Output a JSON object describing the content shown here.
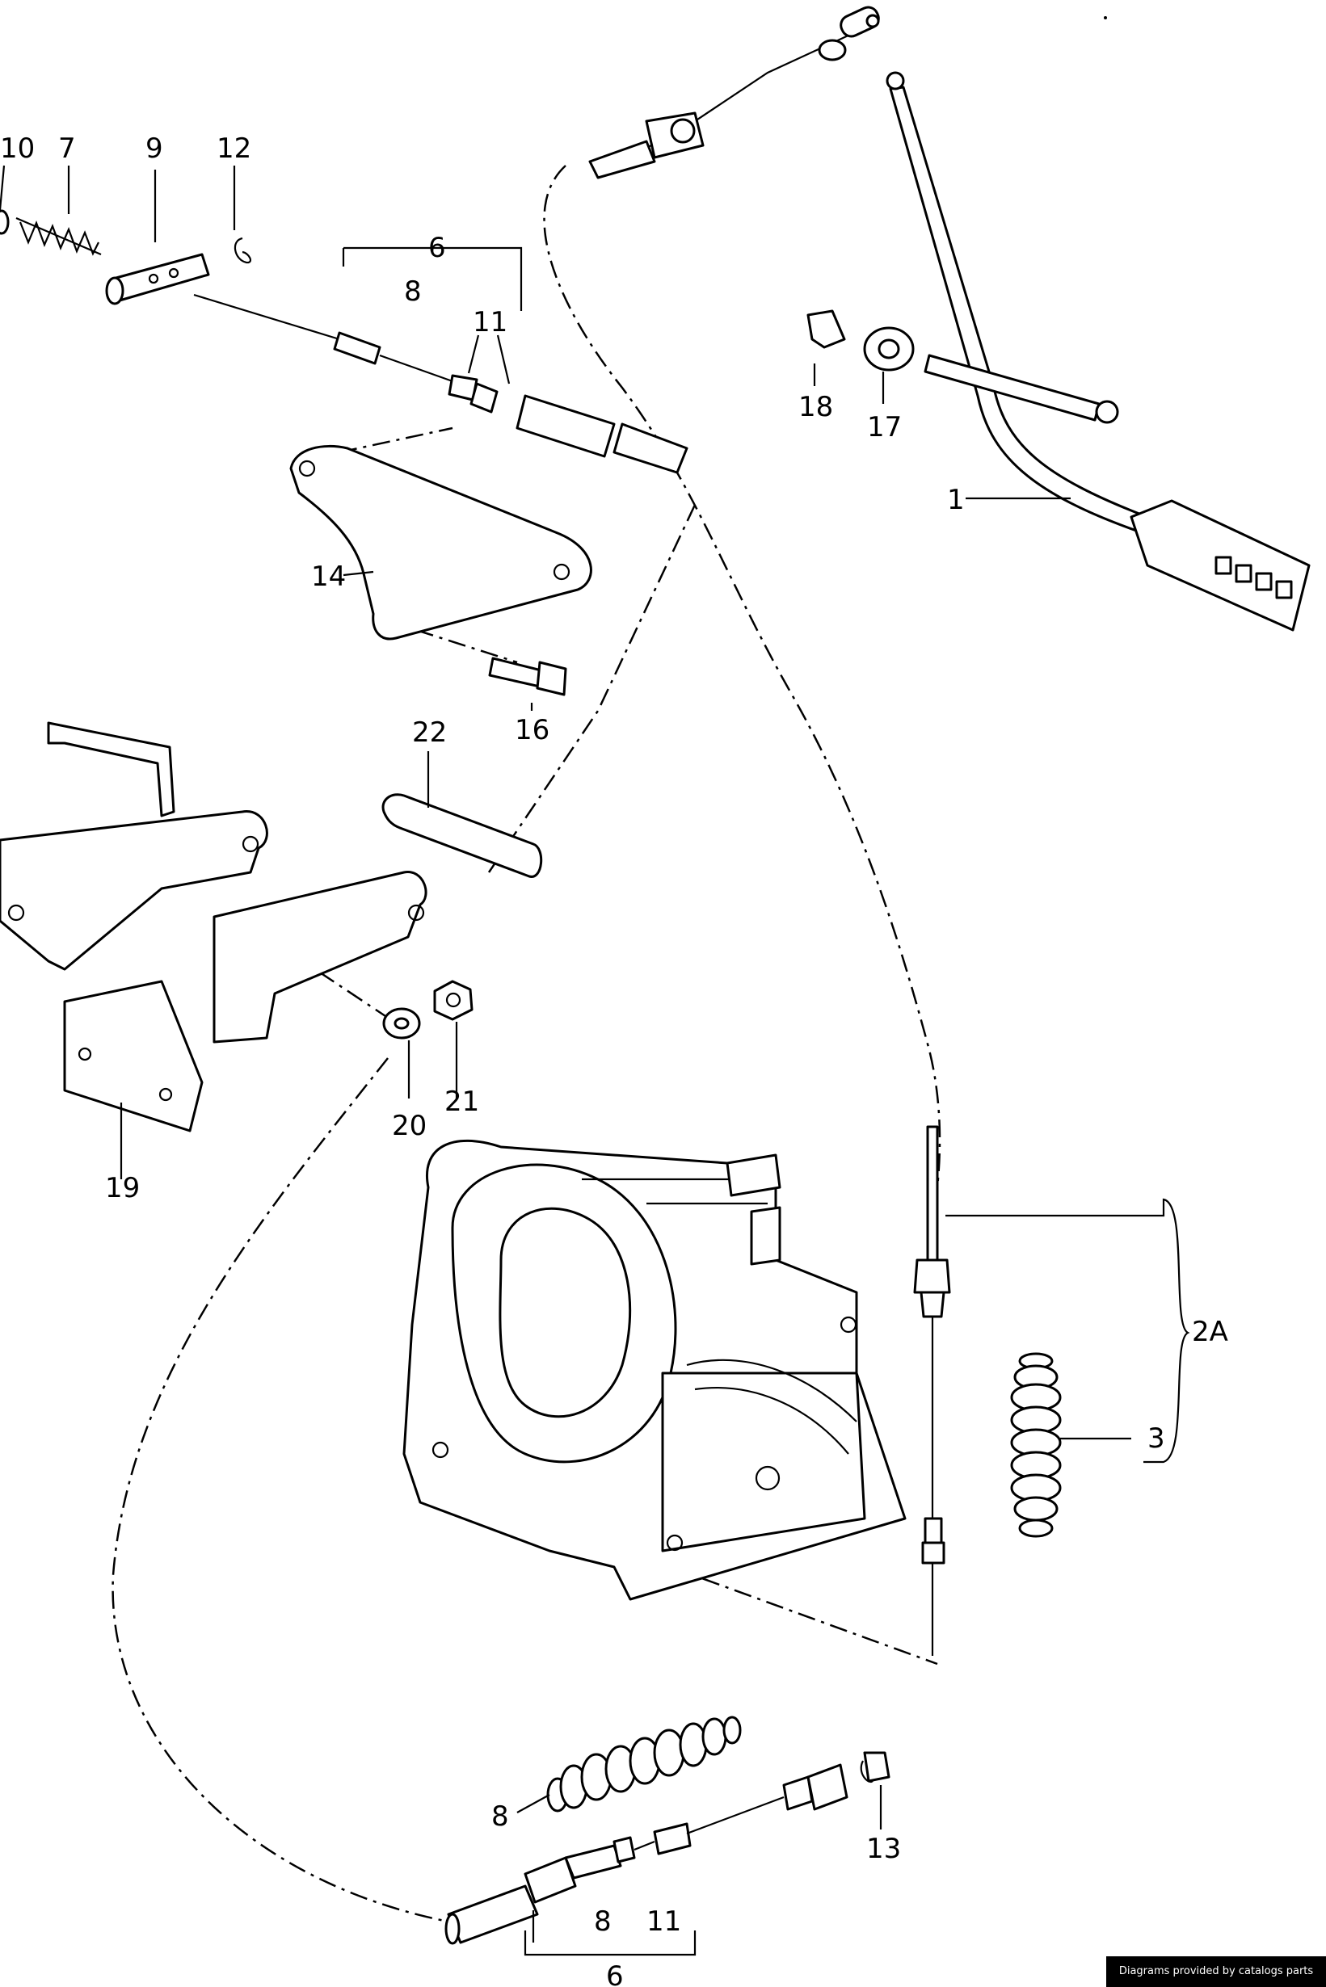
{
  "labels": {
    "l1": "1",
    "l2A": "2A",
    "l3": "3",
    "l6a": "6",
    "l6b": "6",
    "l7": "7",
    "l8a": "8",
    "l8b": "8",
    "l8c": "8",
    "l9": "9",
    "l10": "10",
    "l11a": "11",
    "l11b": "11",
    "l12": "12",
    "l13": "13",
    "l14": "14",
    "l16": "16",
    "l17": "17",
    "l18": "18",
    "l19": "19",
    "l20": "20",
    "l21": "21",
    "l22": "22"
  },
  "footer": {
    "text": "Diagrams provided by catalogs parts"
  }
}
